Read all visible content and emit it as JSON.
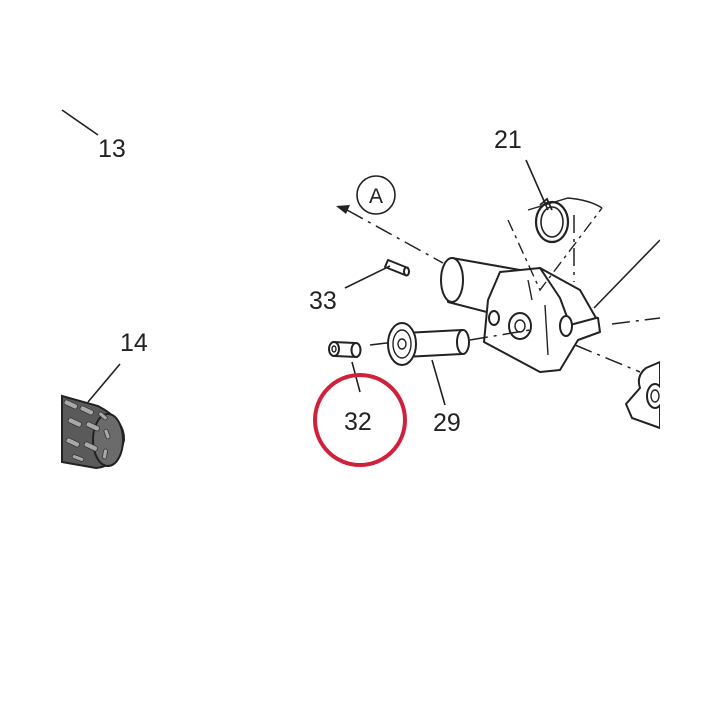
{
  "labels": {
    "l13": "13",
    "l14": "14",
    "l21": "21",
    "l29": "29",
    "l32": "32",
    "l33": "33",
    "callout_a": "A"
  },
  "colors": {
    "line": "#222222",
    "highlight": "#d0203a",
    "grip": "#5a5a5a"
  },
  "highlighted_part": "32"
}
